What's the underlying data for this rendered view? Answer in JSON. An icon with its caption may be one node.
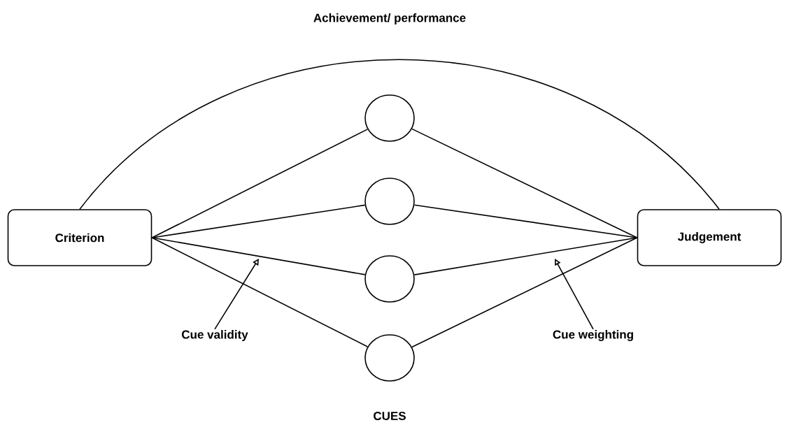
{
  "diagram": {
    "nodes": [
      {
        "text": [
          "Criterion"
        ]
      },
      {
        "text": [],
        "shape": "circle"
      },
      {
        "text": [],
        "shape": "circle"
      },
      {
        "text": [],
        "shape": "circle"
      },
      {
        "text": [],
        "shape": "circle"
      },
      {
        "text": [
          "Judgement"
        ]
      },
      {
        "text": [
          "Cue validity"
        ]
      },
      {
        "text": [
          "Cue weighting"
        ]
      }
    ],
    "edges": [
      {
        "from": 0,
        "to": 5,
        "arrow": "none"
      },
      {
        "from": 0,
        "to": 1,
        "arrow": "none"
      },
      {
        "from": 0,
        "to": 2,
        "arrow": "none"
      },
      {
        "from": 0,
        "to": 3,
        "arrow": "none"
      },
      {
        "from": 0,
        "to": 4,
        "arrow": "none"
      },
      {
        "from": 1,
        "to": 5,
        "arrow": "none"
      },
      {
        "from": 2,
        "to": 5,
        "arrow": "none"
      },
      {
        "from": 3,
        "to": 5,
        "arrow": "none"
      },
      {
        "from": 4,
        "to": 5,
        "arrow": "none"
      },
      {
        "from": 6,
        "to": null,
        "arrow": "to"
      },
      {
        "from": 7,
        "to": null,
        "arrow": "to"
      }
    ],
    "labels": [
      "Achievement/ performance",
      "CUES"
    ]
  }
}
